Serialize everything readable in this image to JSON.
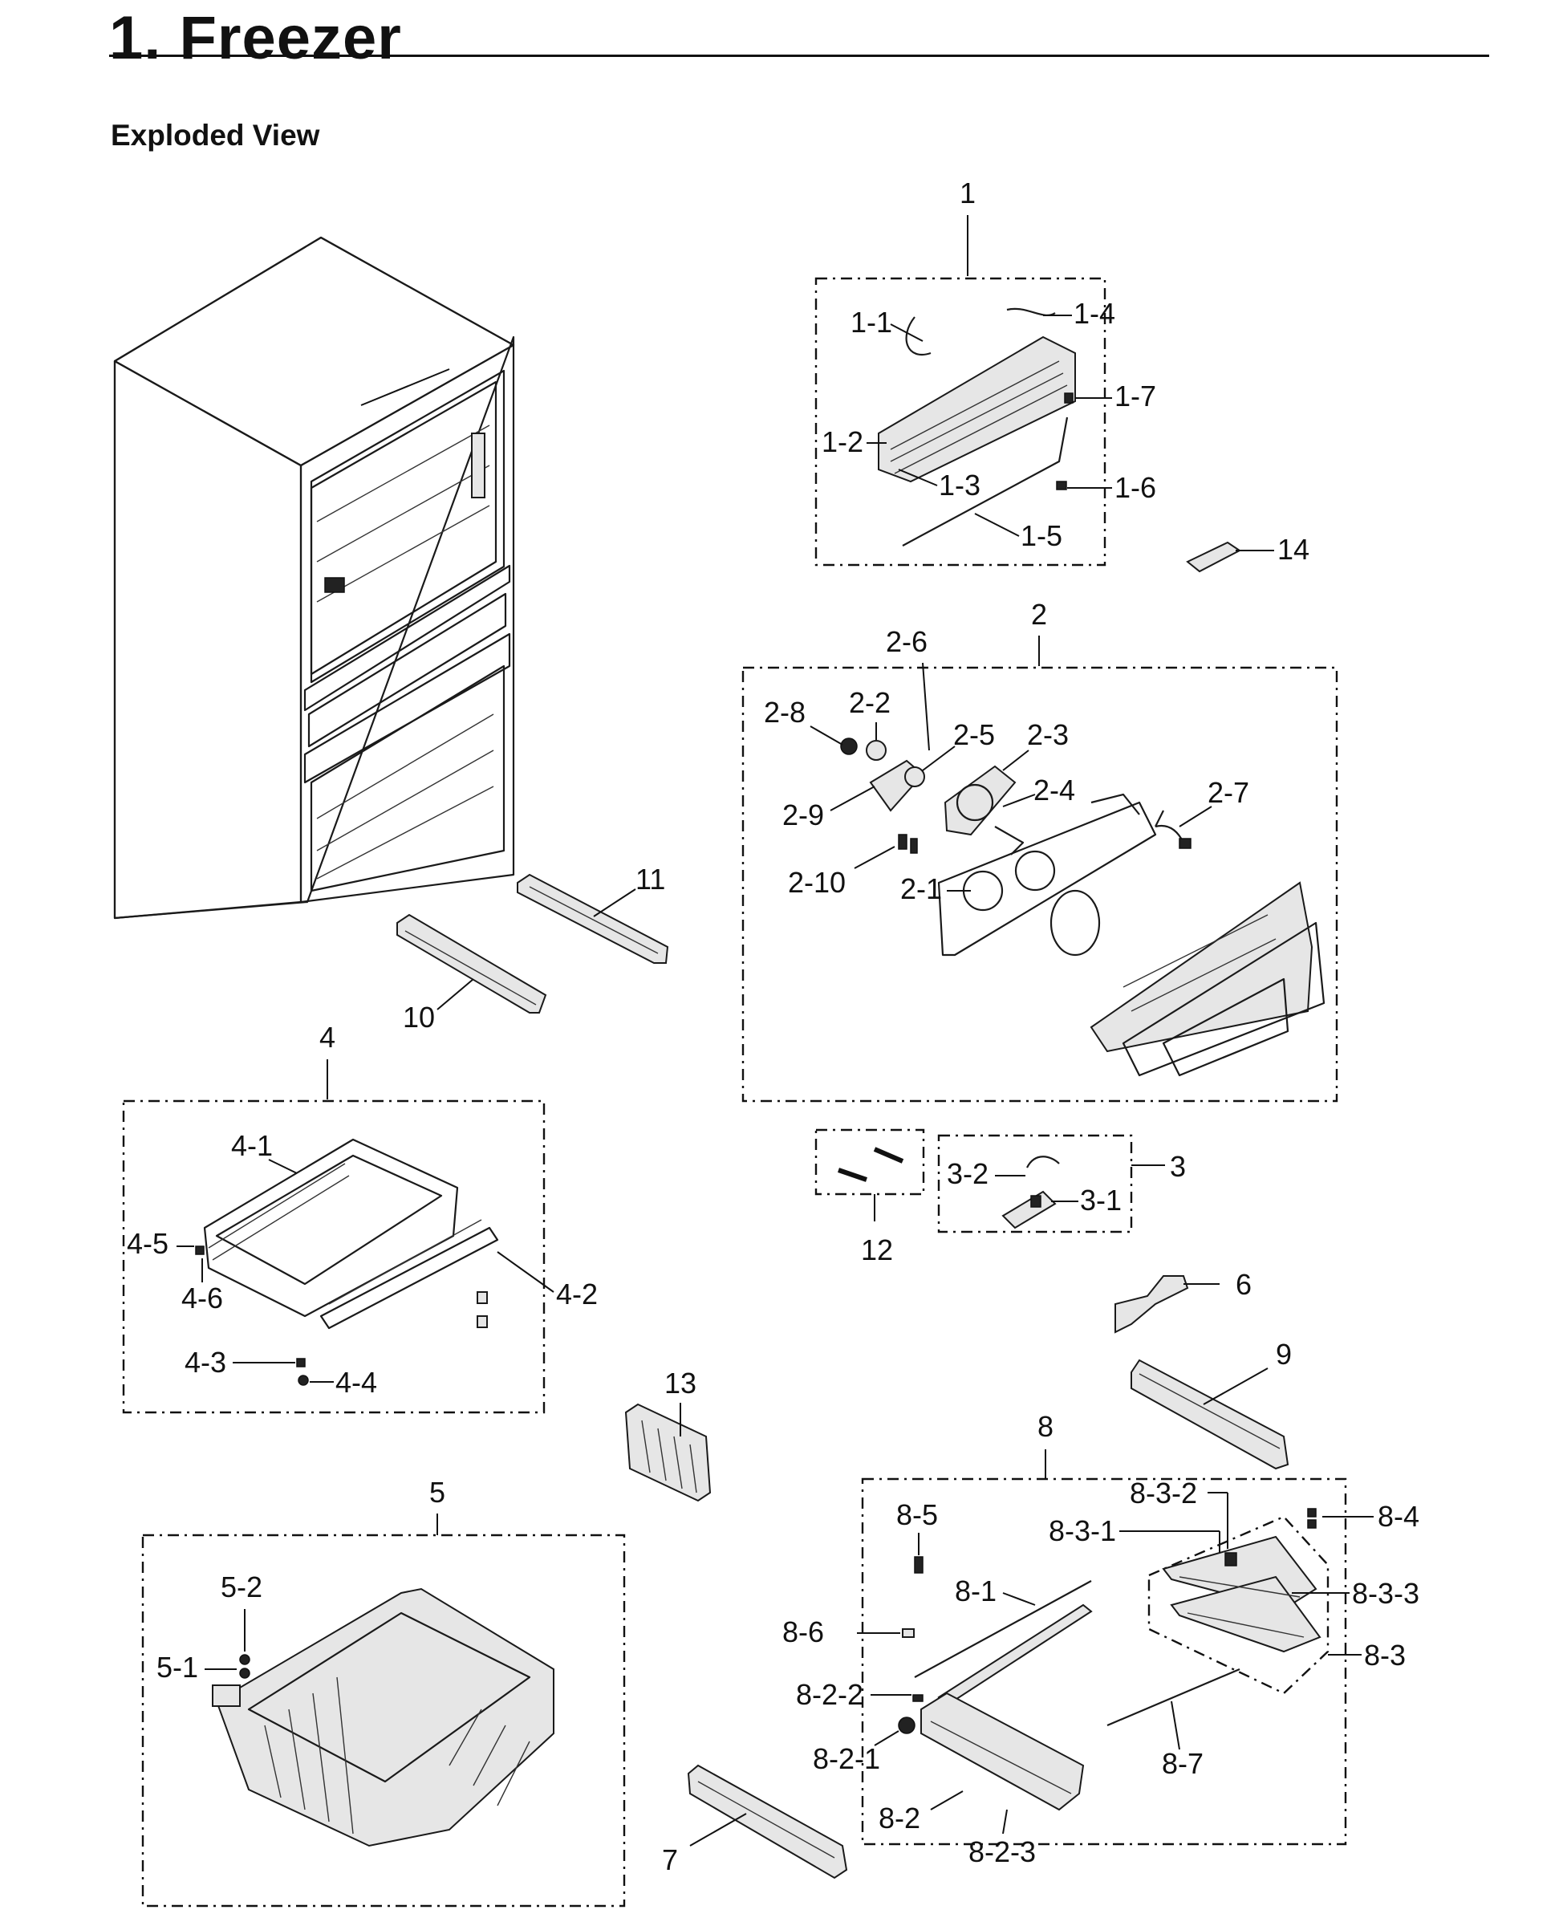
{
  "page": {
    "title": "1.  Freezer",
    "subtitle": "Exploded View"
  },
  "labels": {
    "g1": "1",
    "p1_1": "1-1",
    "p1_2": "1-2",
    "p1_3": "1-3",
    "p1_4": "1-4",
    "p1_5": "1-5",
    "p1_6": "1-6",
    "p1_7": "1-7",
    "p14": "14",
    "g2": "2",
    "p2_1": "2-1",
    "p2_2": "2-2",
    "p2_3": "2-3",
    "p2_4": "2-4",
    "p2_5": "2-5",
    "p2_6": "2-6",
    "p2_7": "2-7",
    "p2_8": "2-8",
    "p2_9": "2-9",
    "p2_10": "2-10",
    "p11": "11",
    "p10": "10",
    "g4": "4",
    "p4_1": "4-1",
    "p4_2": "4-2",
    "p4_3": "4-3",
    "p4_4": "4-4",
    "p4_5": "4-5",
    "p4_6": "4-6",
    "p12": "12",
    "g3": "3",
    "p3_1": "3-1",
    "p3_2": "3-2",
    "p6": "6",
    "p9": "9",
    "p13": "13",
    "g5": "5",
    "p5_1": "5-1",
    "p5_2": "5-2",
    "g8": "8",
    "p8_1": "8-1",
    "p8_2": "8-2",
    "p8_2_1": "8-2-1",
    "p8_2_2": "8-2-2",
    "p8_2_3": "8-2-3",
    "p8_3": "8-3",
    "p8_3_1": "8-3-1",
    "p8_3_2": "8-3-2",
    "p8_3_3": "8-3-3",
    "p8_4": "8-4",
    "p8_5": "8-5",
    "p8_6": "8-6",
    "p8_7": "8-7",
    "p7": "7"
  }
}
